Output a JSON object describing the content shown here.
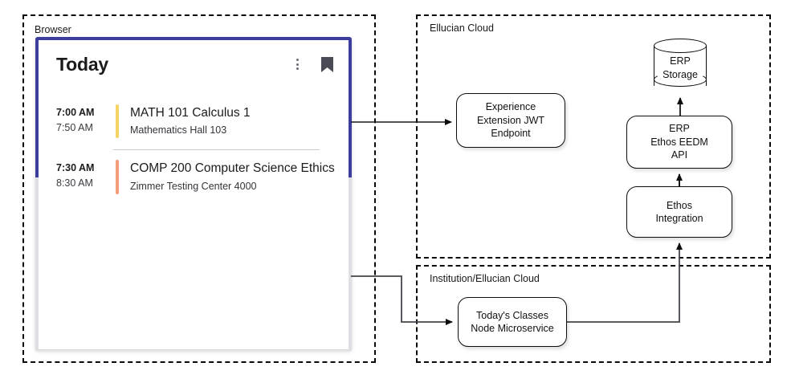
{
  "groups": {
    "browser": {
      "label": "Browser"
    },
    "ellucian": {
      "label": "Ellucian Cloud"
    },
    "institution": {
      "label": "Institution/Ellucian Cloud"
    }
  },
  "card": {
    "title": "Today",
    "menu_icon": "kebab-menu-icon",
    "bookmark_icon": "bookmark-icon",
    "classes": [
      {
        "start_time": "7:00 AM",
        "end_time": "7:50 AM",
        "name": "MATH 101 Calculus 1",
        "location": "Mathematics Hall 103",
        "accent_color": "#f6d365"
      },
      {
        "start_time": "7:30 AM",
        "end_time": "8:30 AM",
        "name": "COMP 200 Computer Science Ethics",
        "location": "Zimmer Testing Center 4000",
        "accent_color": "#f59d78"
      }
    ]
  },
  "nodes": {
    "jwt": {
      "label": "Experience\nExtension JWT\nEndpoint"
    },
    "storage": {
      "label": "ERP\nStorage"
    },
    "eedm": {
      "label": "ERP\nEthos EEDM\nAPI"
    },
    "ethos": {
      "label": "Ethos\nIntegration"
    },
    "microservice": {
      "label": "Today's Classes\nNode Microservice"
    }
  },
  "colors": {
    "card_border": "#3d3d9e",
    "stroke": "#0d0d0d",
    "background": "#ffffff"
  }
}
